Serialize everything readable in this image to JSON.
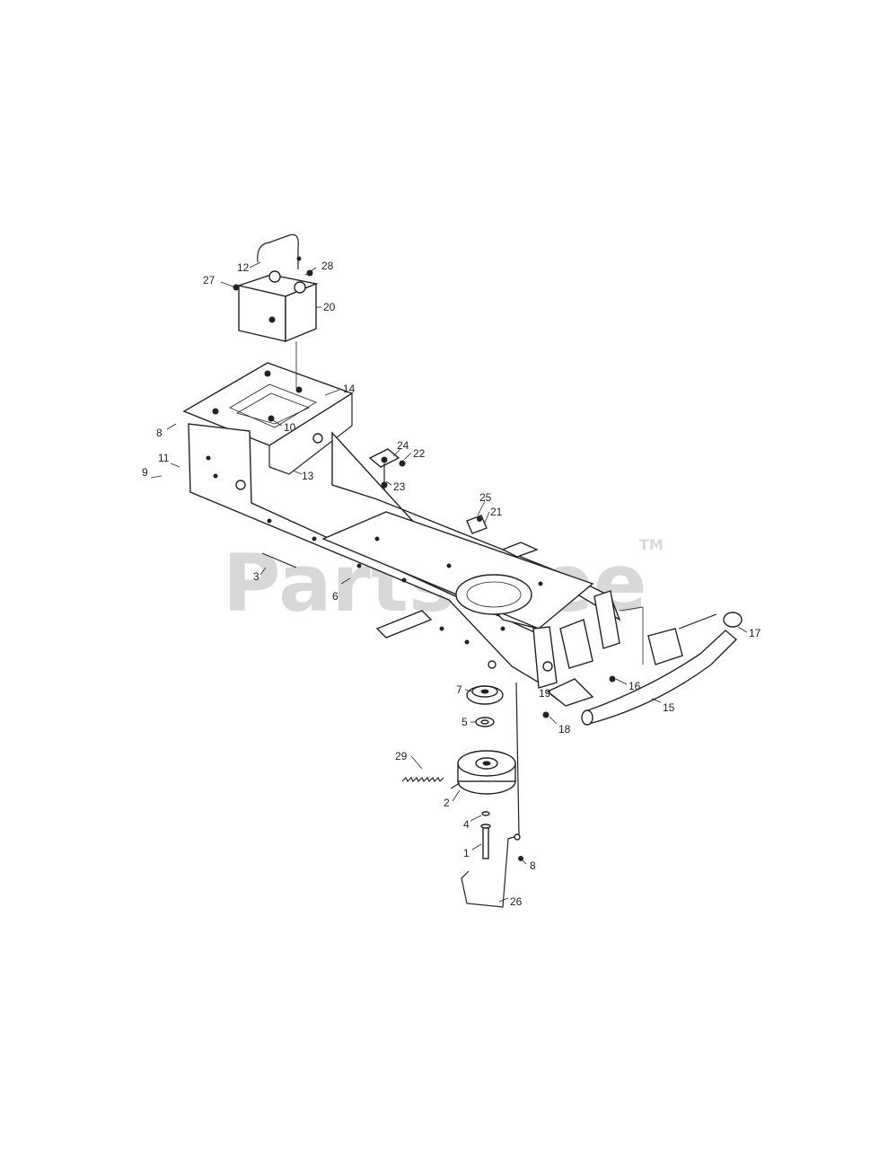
{
  "watermark": {
    "text": "PartsTree",
    "tm": "TM",
    "color": "#d8d8d8"
  },
  "callouts": {
    "c1": "1",
    "c2": "2",
    "c3": "3",
    "c4": "4",
    "c5": "5",
    "c6": "6",
    "c7": "7",
    "c8a": "8",
    "c8b": "8",
    "c9": "9",
    "c10": "10",
    "c11": "11",
    "c12": "12",
    "c13": "13",
    "c14": "14",
    "c15": "15",
    "c16": "16",
    "c17": "17",
    "c18": "18",
    "c19": "19",
    "c20": "20",
    "c21": "21",
    "c22": "22",
    "c23": "23",
    "c24": "24",
    "c25": "25",
    "c26": "26",
    "c27": "27",
    "c28": "28",
    "c29": "29"
  }
}
